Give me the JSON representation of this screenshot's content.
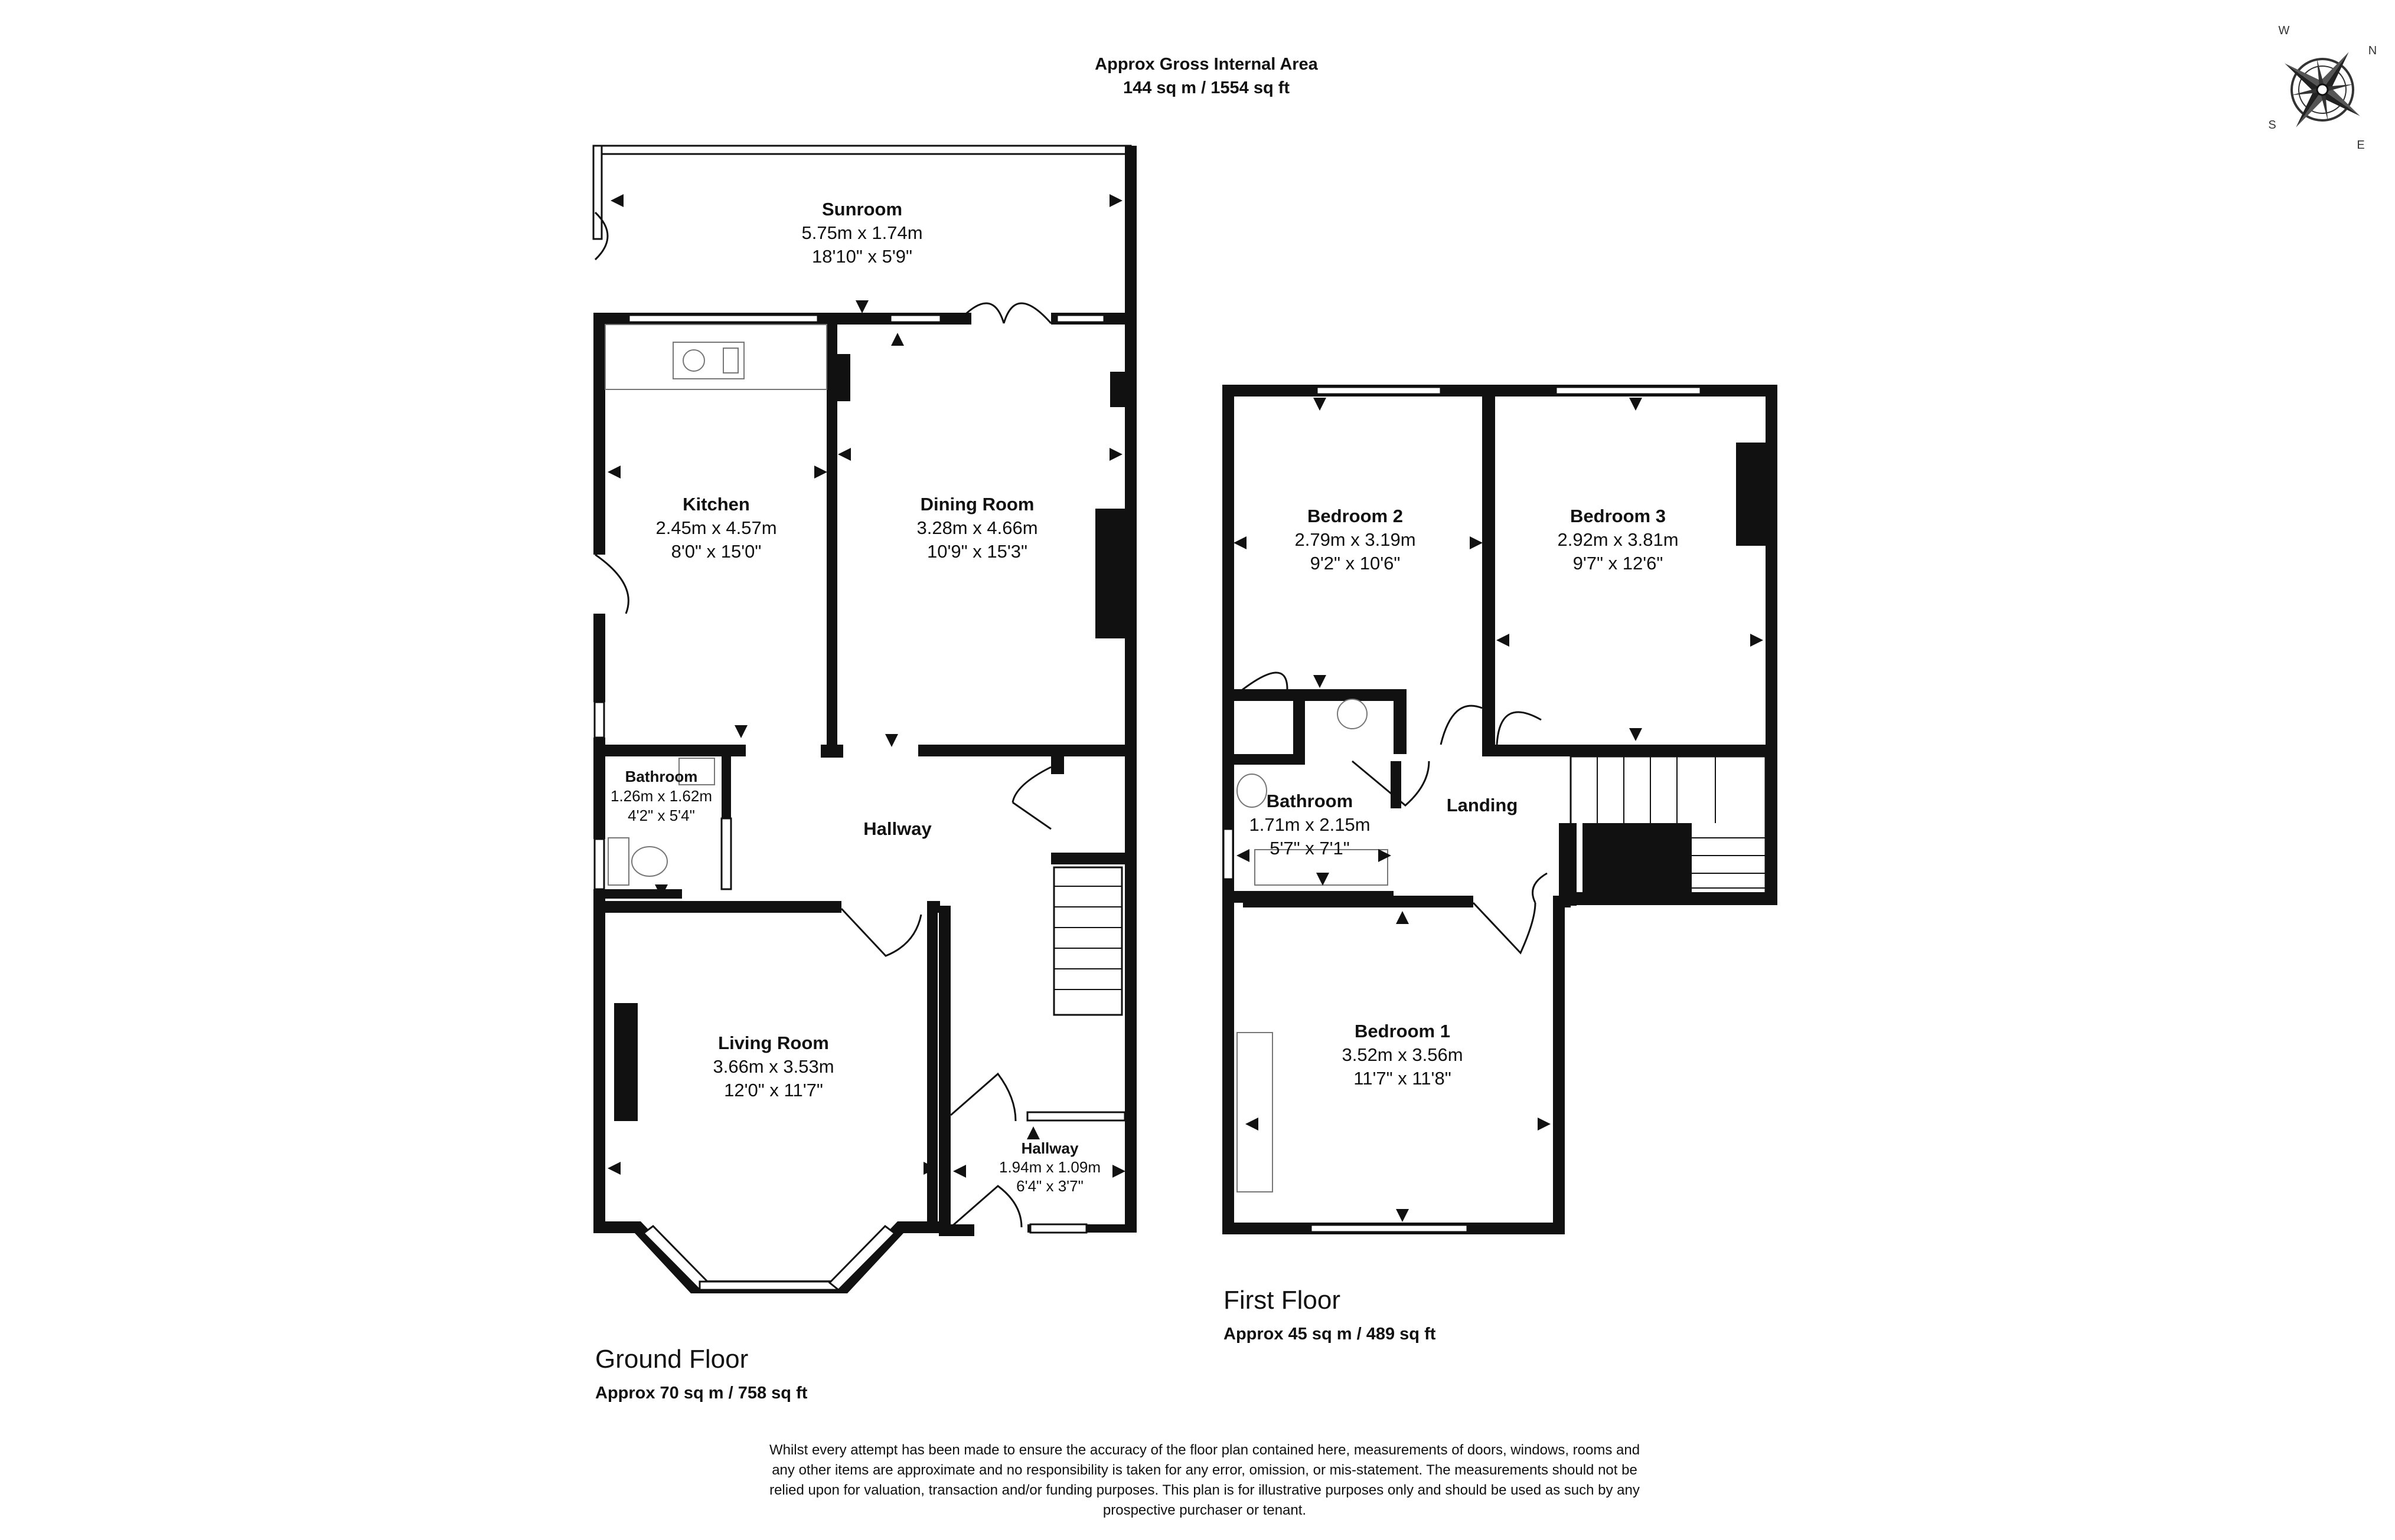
{
  "header": {
    "title": "Approx Gross Internal Area",
    "area": "144 sq m / 1554 sq ft"
  },
  "compass": {
    "icon": "compass-icon",
    "n": "N",
    "e": "E",
    "s": "S",
    "w": "W"
  },
  "ground_floor": {
    "label": "Ground Floor",
    "area": "Approx 70 sq m / 758 sq ft",
    "rooms": {
      "sunroom": {
        "name": "Sunroom",
        "metric": "5.75m x 1.74m",
        "imperial": "18'10\" x 5'9\""
      },
      "kitchen": {
        "name": "Kitchen",
        "metric": "2.45m x 4.57m",
        "imperial": "8'0\" x 15'0\""
      },
      "dining": {
        "name": "Dining Room",
        "metric": "3.28m x 4.66m",
        "imperial": "10'9\" x 15'3\""
      },
      "bathroom": {
        "name": "Bathroom",
        "metric": "1.26m x 1.62m",
        "imperial": "4'2\" x 5'4\""
      },
      "hallway": {
        "name": "Hallway"
      },
      "living": {
        "name": "Living Room",
        "metric": "3.66m x 3.53m",
        "imperial": "12'0\" x 11'7\""
      },
      "porch": {
        "name": "Hallway",
        "metric": "1.94m x 1.09m",
        "imperial": "6'4\" x 3'7\""
      }
    }
  },
  "first_floor": {
    "label": "First Floor",
    "area": "Approx 45 sq m / 489 sq ft",
    "rooms": {
      "bed2": {
        "name": "Bedroom 2",
        "metric": "2.79m x 3.19m",
        "imperial": "9'2\" x 10'6\""
      },
      "bed3": {
        "name": "Bedroom 3",
        "metric": "2.92m x 3.81m",
        "imperial": "9'7\" x 12'6\""
      },
      "bathroom": {
        "name": "Bathroom",
        "metric": "1.71m x 2.15m",
        "imperial": "5'7\" x 7'1\""
      },
      "landing": {
        "name": "Landing"
      },
      "bed1": {
        "name": "Bedroom 1",
        "metric": "3.52m x 3.56m",
        "imperial": "11'7\" x 11'8\""
      }
    }
  },
  "disclaimer": [
    "Whilst every attempt has been made to ensure the accuracy of the floor plan contained here, measurements of doors, windows, rooms and",
    "any other items are approximate and no responsibility is taken for any error, omission, or mis-statement. The measurements should not be",
    "relied upon for valuation, transaction and/or funding purposes. This plan is for illustrative purposes only and should be used as such by any",
    "prospective purchaser or tenant."
  ]
}
